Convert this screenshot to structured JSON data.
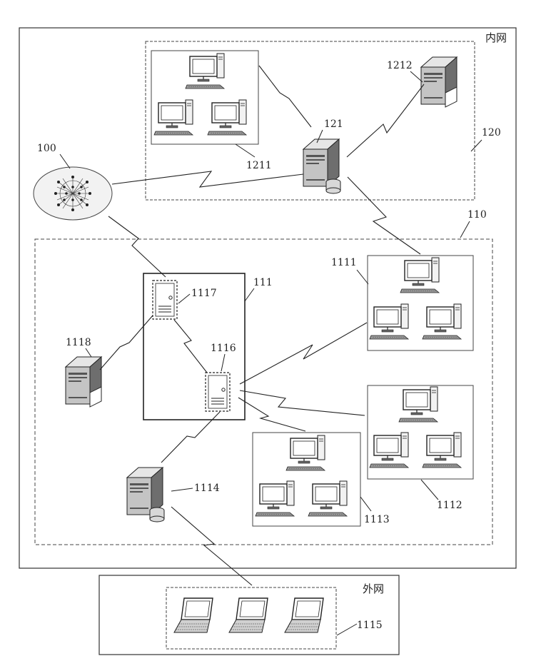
{
  "zones": {
    "intranet_label": "内网",
    "extranet_label": "外网"
  },
  "labels": {
    "blockchain": "100",
    "zone_110": "110",
    "zone_120": "120",
    "server_121": "121",
    "group_1211": "1211",
    "server_1212": "1212",
    "cabinet_111": "111",
    "group_1111": "1111",
    "group_1112": "1112",
    "group_1113": "1113",
    "server_1114": "1114",
    "group_1115": "1115",
    "node_1116": "1116",
    "node_1117": "1117",
    "server_1118": "1118"
  },
  "icons": {
    "desktop": "desktop-computer-icon",
    "server": "server-tower-icon",
    "db_server": "database-server-icon",
    "laptop": "laptop-icon",
    "network": "blockchain-network-icon",
    "node": "computing-node-icon"
  }
}
